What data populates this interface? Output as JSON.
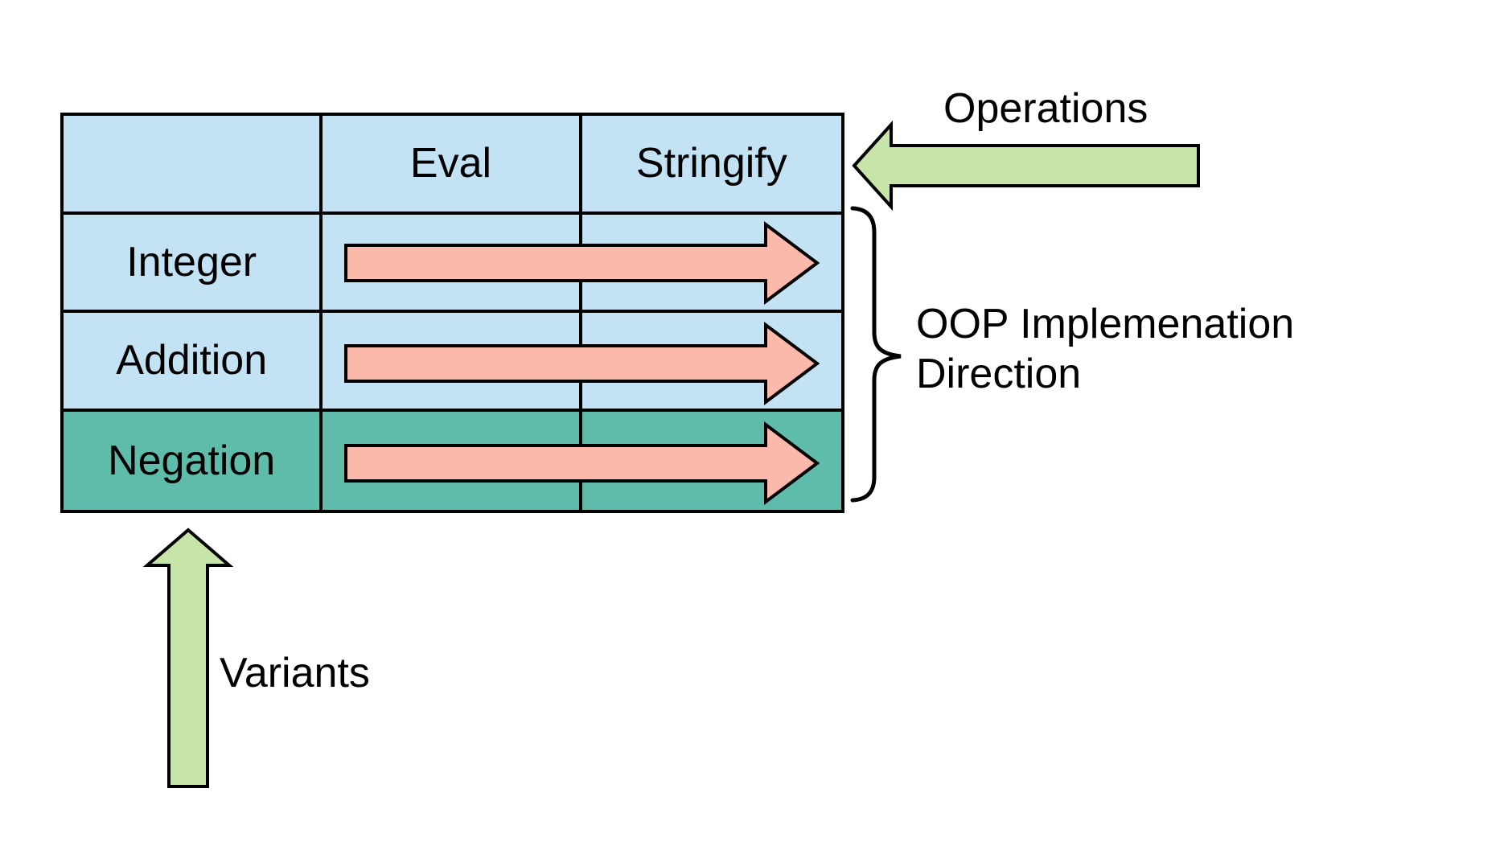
{
  "diagram": {
    "colors": {
      "background": "#ffffff",
      "cell_blue": "#c3e2f4",
      "cell_teal": "#5fbcab",
      "arrow_pink": "#fbb9ac",
      "arrow_green": "#c7e5a9",
      "outline": "#000000",
      "text": "#000000"
    },
    "table": {
      "header": {
        "col0": "",
        "col1": "Eval",
        "col2": "Stringify"
      },
      "rows": [
        {
          "label": "Integer"
        },
        {
          "label": "Addition"
        },
        {
          "label": "Negation"
        }
      ]
    },
    "labels": {
      "operations": "Operations",
      "oop_line1": "OOP Implemenation",
      "oop_line2": "Direction",
      "variants": "Variants"
    }
  }
}
